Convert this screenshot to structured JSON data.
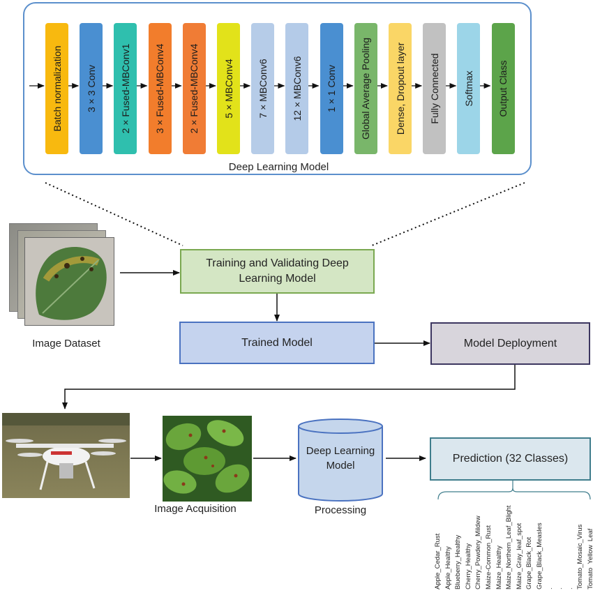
{
  "model": {
    "caption": "Deep Learning Model",
    "blocks": [
      {
        "label": "Batch normalization",
        "color": "#f8b90f"
      },
      {
        "label": "3 × 3 Conv",
        "color": "#4a8fd1"
      },
      {
        "label": "2 × Fused-MBConv1",
        "color": "#2fbfae"
      },
      {
        "label": "3 × Fused-MBConv4",
        "color": "#f27d2c"
      },
      {
        "label": "2 × Fused-MBConv4",
        "color": "#f07c35"
      },
      {
        "label": "5 × MBConv4",
        "color": "#e2e21a"
      },
      {
        "label": "7 × MBConv6",
        "color": "#b6cce8"
      },
      {
        "label": "12 × MBConv6",
        "color": "#b4cbe8"
      },
      {
        "label": "1 × 1 Conv",
        "color": "#4a8fd1"
      },
      {
        "label": "Global Average Pooling",
        "color": "#79b66a"
      },
      {
        "label": "Dense, Dropout layer",
        "color": "#fad666"
      },
      {
        "label": "Fully Connected",
        "color": "#c1c1c1"
      },
      {
        "label": "Softmax",
        "color": "#9cd5e8"
      },
      {
        "label": "Output Class",
        "color": "#5ca44a"
      }
    ]
  },
  "training": {
    "label": "Training and Validating Deep Learning Model",
    "fill": "#d4e6c4",
    "border": "#7aa850"
  },
  "trained": {
    "label": "Trained Model",
    "fill": "#c5d3ee",
    "border": "#4a72c0"
  },
  "deployment": {
    "label": "Model Deployment",
    "fill": "#d8d5dc",
    "border": "#3c3660"
  },
  "dataset": {
    "label": "Image Dataset"
  },
  "acquisition": {
    "label": "Image Acquisition"
  },
  "processing": {
    "label": "Processing",
    "cylinder_text": "Deep Learning Model",
    "fill": "#c5d6ec",
    "border": "#4a72c0"
  },
  "prediction": {
    "label": "Prediction (32 Classes)",
    "fill": "#dbe7ee",
    "border": "#3f7d8c",
    "classes": [
      "Apple_Cedar_Rust",
      "Apple_Healthy",
      "Blueberry_Healthy",
      "Cherry_Healthy",
      "Cherry_Powdery_Mildew",
      "Maize-Common_Rust",
      "Maize_Healthy",
      "Maize_Northern_Leaf_Blight",
      "Maize_Gray_leaf_spot",
      "Grape_Black_Rot",
      "Grape_Black_Measles",
      ".",
      ".",
      ".",
      "Tomato_Mosaic_Virus",
      "Tomato_Yellow_Leaf"
    ]
  }
}
